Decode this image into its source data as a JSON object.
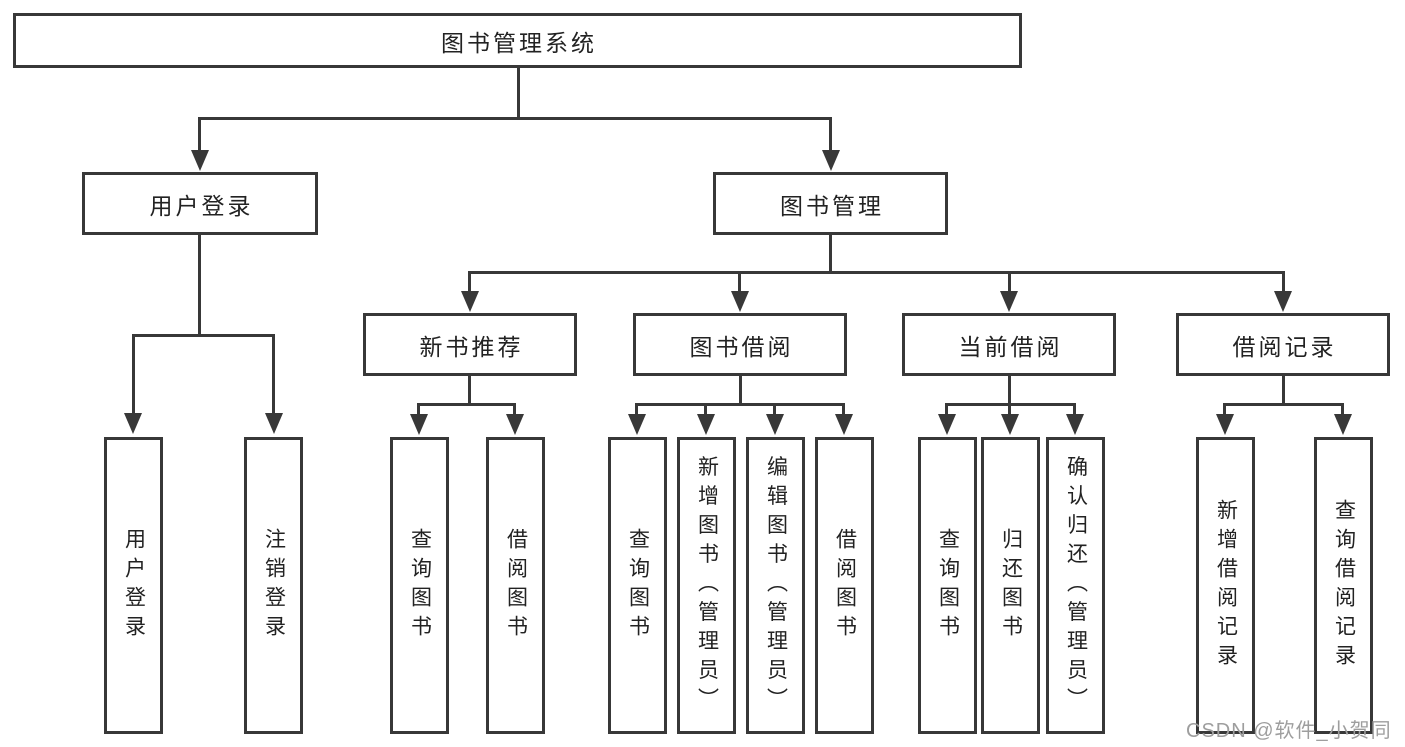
{
  "diagram": {
    "type": "tree",
    "tree": {
      "label": "图书管理系统",
      "children": [
        {
          "label": "用户登录",
          "children": [
            {
              "label": "用户登录"
            },
            {
              "label": "注销登录"
            }
          ]
        },
        {
          "label": "图书管理",
          "children": [
            {
              "label": "新书推荐",
              "children": [
                {
                  "label": "查询图书"
                },
                {
                  "label": "借阅图书"
                }
              ]
            },
            {
              "label": "图书借阅",
              "children": [
                {
                  "label": "查询图书"
                },
                {
                  "label": "新增图书（管理员）"
                },
                {
                  "label": "编辑图书（管理员）"
                },
                {
                  "label": "借阅图书"
                }
              ]
            },
            {
              "label": "当前借阅",
              "children": [
                {
                  "label": "查询图书"
                },
                {
                  "label": "归还图书"
                },
                {
                  "label": "确认归还（管理员）"
                }
              ]
            },
            {
              "label": "借阅记录",
              "children": [
                {
                  "label": "新增借阅记录"
                },
                {
                  "label": "查询借阅记录"
                }
              ]
            }
          ]
        }
      ]
    },
    "colors": {
      "line": "#383838",
      "box_border": "#383838",
      "box_background": "#ffffff",
      "text": "#222222"
    }
  },
  "watermark": {
    "text": "CSDN @软件_小贺同学",
    "color": "#9e9e9e"
  }
}
